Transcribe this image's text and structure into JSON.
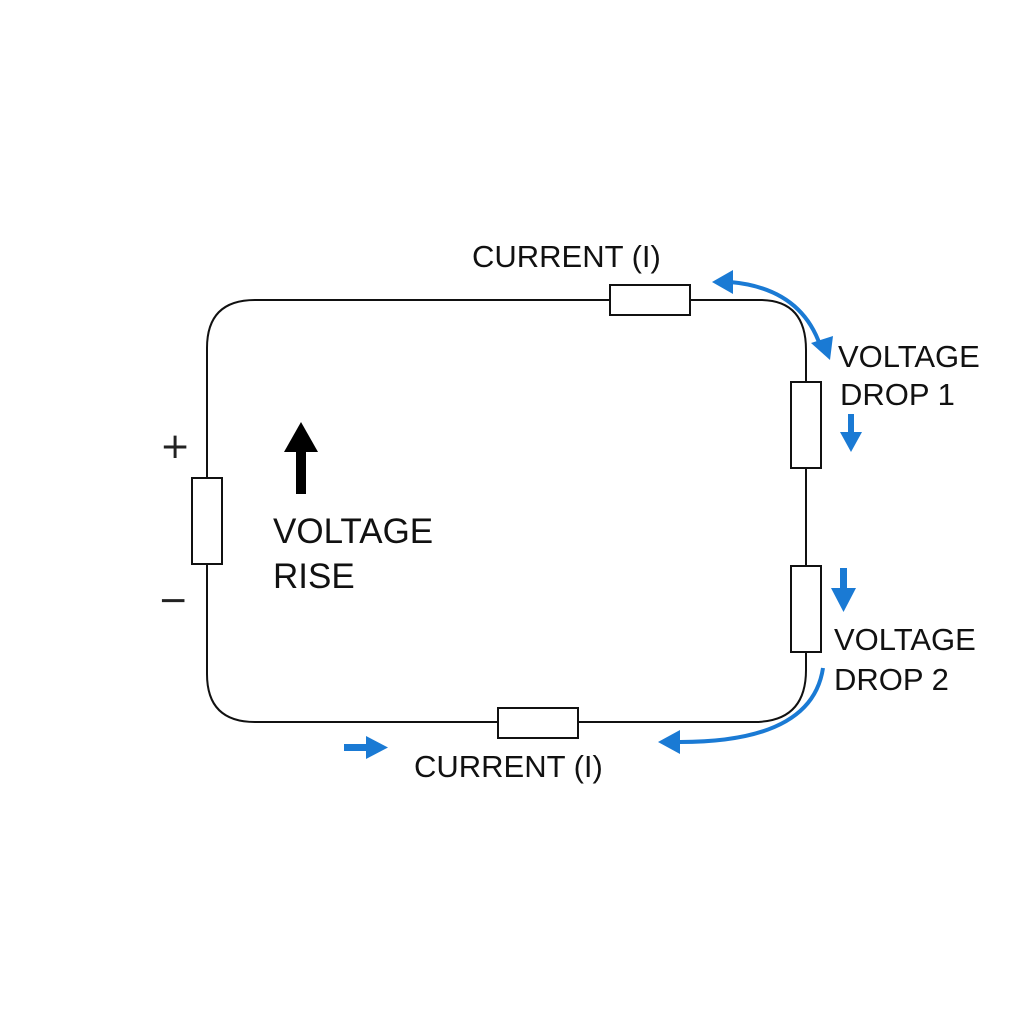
{
  "labels": {
    "current_top": "CURRENT (I)",
    "current_bottom": "CURRENT (I)",
    "voltage_rise_line1": "VOLTAGE",
    "voltage_rise_line2": "RISE",
    "drop1_line1": "VOLTAGE",
    "drop1_line2": "DROP 1",
    "drop2_line1": "VOLTAGE",
    "drop2_line2": "DROP 2",
    "plus_sign": "+",
    "minus_sign": "−"
  },
  "colors": {
    "wire": "#111111",
    "accent_arrow": "#1a7ad4",
    "rise_arrow": "#000000",
    "background": "#ffffff"
  },
  "icons": {
    "rise": "arrow-up-icon",
    "drop": "arrow-down-icon",
    "flow": "arrow-right-icon"
  }
}
